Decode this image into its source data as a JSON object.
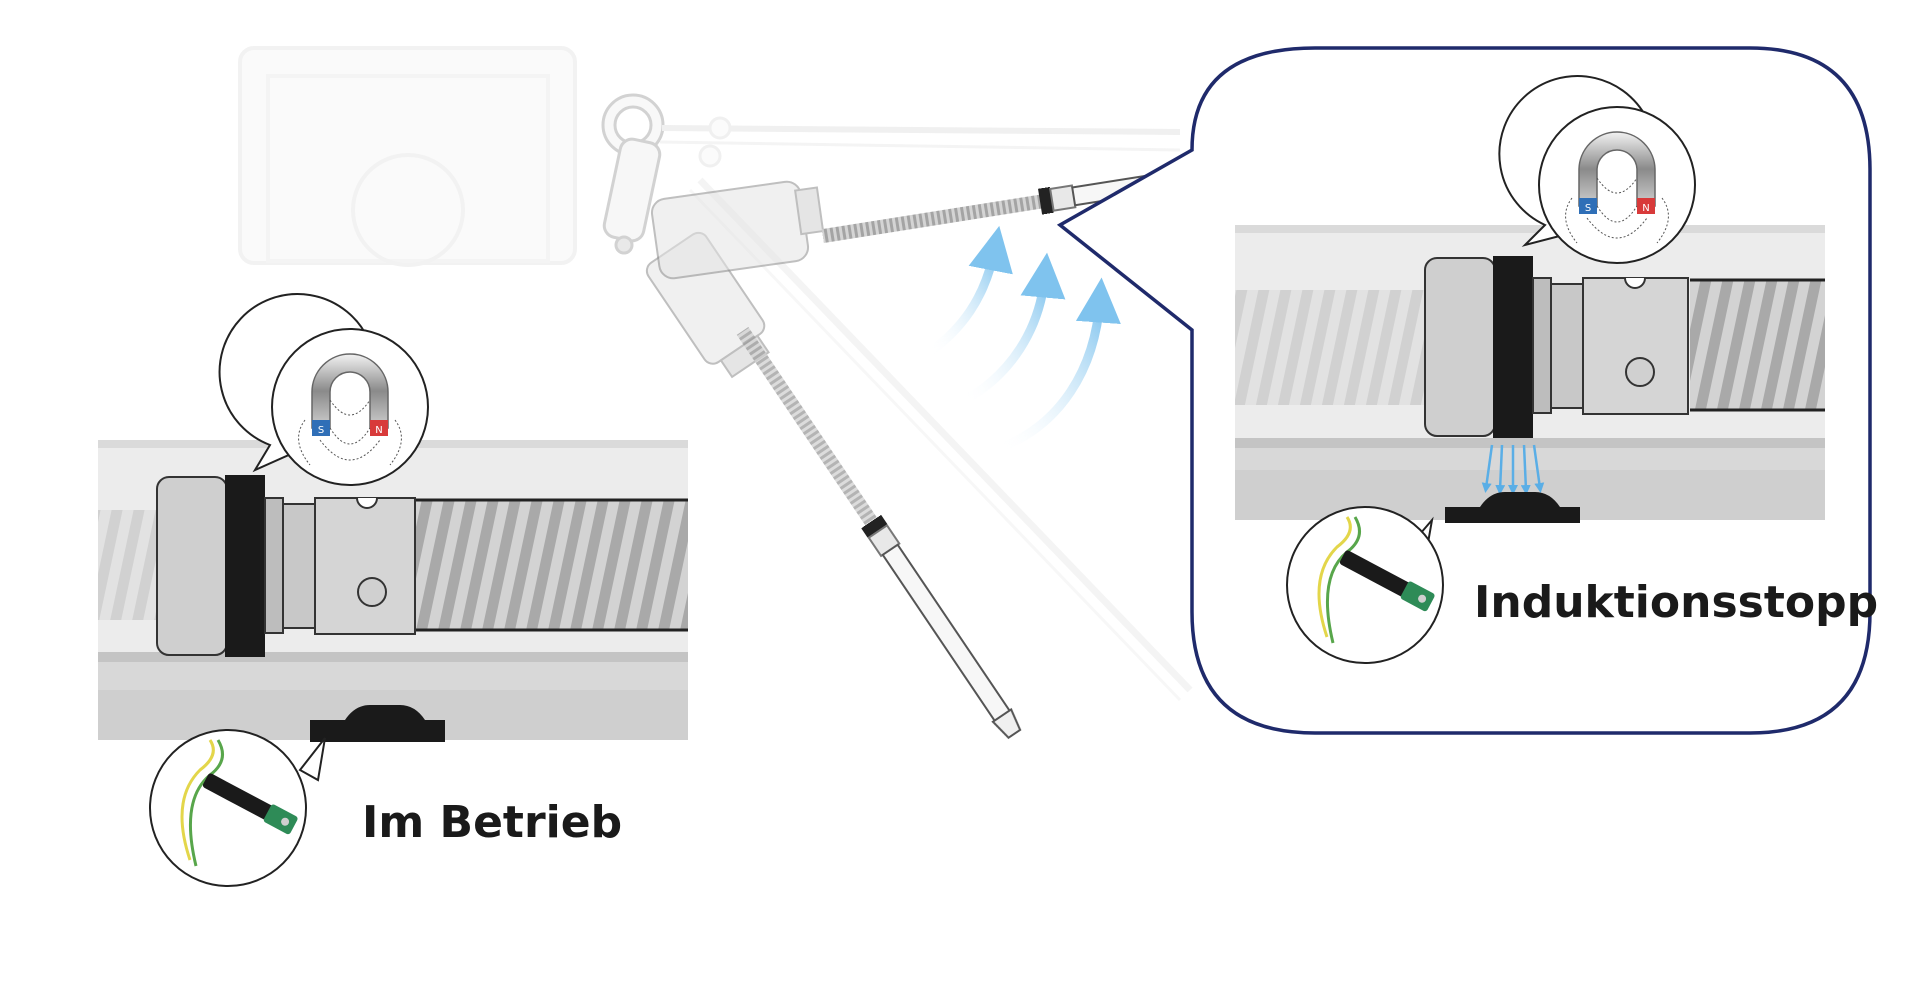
{
  "labels": {
    "left_state": "Im Betrieb",
    "right_state": "Induktionsstopp"
  },
  "magnet": {
    "south_pole": "S",
    "north_pole": "N"
  },
  "colors": {
    "callout_border": "#1f2a6b",
    "rail": "#d9d9d9",
    "rail_dark": "#bdbdbd",
    "screw": "#c8c8c8",
    "nut_body": "#cfcfcf",
    "nut_band": "#1a1a1a",
    "magnet_south": "#2f6fb7",
    "magnet_north": "#d83a3a",
    "motion_arrow": "#7fc3ee",
    "sensor_pcb": "#2e8b57",
    "wire_green": "#58a64b",
    "wire_yellow": "#e3d64a"
  },
  "icons": [
    "horseshoe-magnet-icon",
    "reed-sensor-icon",
    "motion-arrow-icon"
  ]
}
